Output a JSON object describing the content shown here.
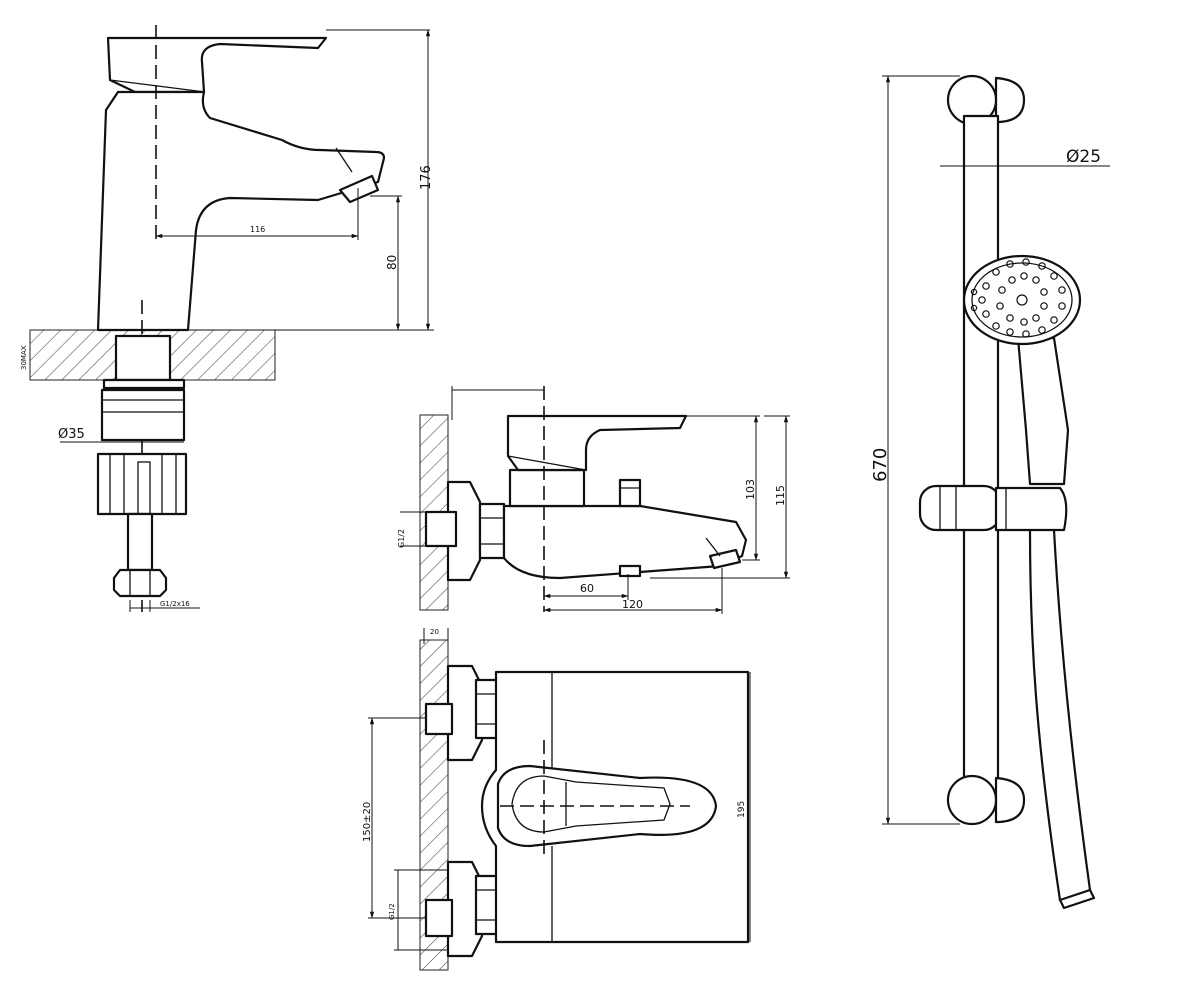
{
  "basin_mixer": {
    "dim_height": "176",
    "dim_reach": "116",
    "dim_spout": "80",
    "dim_diameter": "Ø35",
    "dim_thickness": "30MAX",
    "dim_thread": "G1/2x16"
  },
  "bath_mixer_side": {
    "dim_thread": "G1/2",
    "dim_103": "103",
    "dim_115": "115",
    "dim_60": "60",
    "dim_120": "120"
  },
  "bath_mixer_front": {
    "dim_top": "20",
    "dim_spacing": "150±20",
    "dim_bottom": "G1/2",
    "dim_195": "195"
  },
  "shower_rail": {
    "dim_length": "670",
    "dim_diameter": "Ø25"
  }
}
